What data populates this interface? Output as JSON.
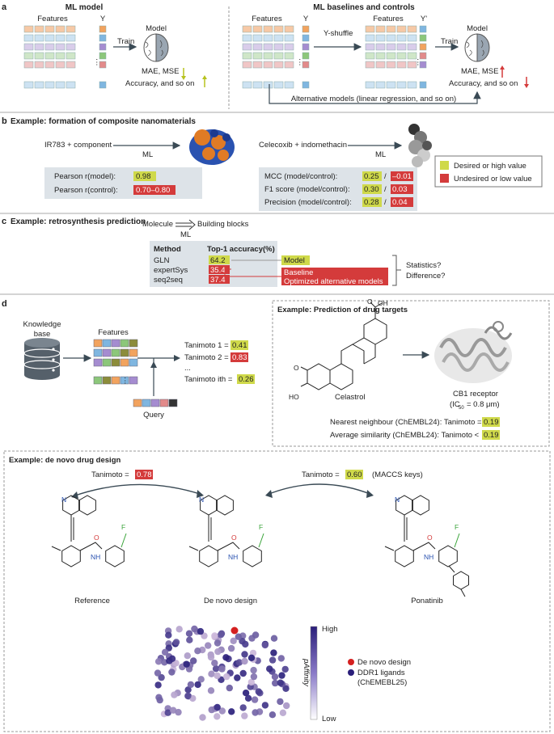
{
  "panel_a": {
    "letter": "a",
    "ml_model": {
      "title": "ML model",
      "features": "Features",
      "y": "Y",
      "train": "Train",
      "model": "Model",
      "mae": "MAE, MSE",
      "accuracy": "Accuracy, and so on"
    },
    "baselines": {
      "title": "ML baselines and controls",
      "features": "Features",
      "y": "Y",
      "y_prime": "Y'",
      "features2": "Features",
      "yshuffle": "Y-shuffle",
      "train": "Train",
      "model": "Model",
      "mae": "MAE, MSE",
      "accuracy": "Accuracy, and so on",
      "alternative": "Alternative models (linear regression, and so on)"
    }
  },
  "panel_b": {
    "letter": "b",
    "title": "Example: formation of composite nanomaterials",
    "left": {
      "reaction": "IR783 + component",
      "ml": "ML",
      "rows": [
        {
          "label": "Pearson r(model):",
          "value": "0.98",
          "color": "#cfd94a"
        },
        {
          "label": "Pearson r(control):",
          "value": "0.70–0.80",
          "color": "#d43b3b"
        }
      ]
    },
    "right": {
      "reaction": "Celecoxib + indomethacin",
      "ml": "ML",
      "rows": [
        {
          "label": "MCC (model/control):",
          "model": "0.25",
          "control": "–0.01"
        },
        {
          "label": "F1 score (model/control):",
          "model": "0.30",
          "control": "0.03"
        },
        {
          "label": "Precision (model/control):",
          "model": "0.28",
          "control": "0.04"
        }
      ]
    },
    "legend": [
      {
        "label": "Desired or high value",
        "color": "#cfd94a"
      },
      {
        "label": "Undesired or low value",
        "color": "#d43b3b"
      }
    ]
  },
  "panel_c": {
    "letter": "c",
    "title": "Example: retrosynthesis prediction",
    "molecule": "Molecule",
    "building": "Building blocks",
    "ml": "ML",
    "col_method": "Method",
    "col_acc": "Top-1 accuracy(%)",
    "rows": [
      {
        "method": "GLN",
        "value": "64.2"
      },
      {
        "method": "expertSys",
        "value": "35.4"
      },
      {
        "method": "seq2seq",
        "value": "37.4"
      }
    ],
    "tag_model": "Model",
    "tag_baseline": "Baseline",
    "tag_optimized": "Optimized alternative models",
    "stats_q1": "Statistics?",
    "stats_q2": "Difference?"
  },
  "panel_d": {
    "letter": "d",
    "kb1": "Knowledge",
    "kb2": "base",
    "features": "Features",
    "query": "Query",
    "tanimoto": [
      {
        "label": "Tanimoto 1 =",
        "value": "0.41",
        "color": "#cfd94a"
      },
      {
        "label": "Tanimoto 2 =",
        "value": "0.83",
        "color": "#d43b3b"
      },
      {
        "label": "Tanimoto ith =",
        "value": "0.26",
        "color": "#cfd94a"
      }
    ],
    "ellipsis": "...",
    "drug_targets": {
      "title": "Example: Prediction of drug targets",
      "celastrol": "Celastrol",
      "cb1": "CB1 receptor",
      "ic50": "(IC",
      "ic50_sub": "50",
      "ic50_val": "= 0.8 μm)",
      "nn_label": "Nearest neighbour (ChEMBL24): Tanimoto =",
      "nn_value": "0.19",
      "avg_label": "Average similarity (ChEMBL24): Tanimoto <",
      "avg_value": "0.19"
    },
    "denovo": {
      "title": "Example: de novo drug design",
      "tan1_label": "Tanimoto =",
      "tan1_value": "0.78",
      "tan2_label": "Tanimoto =",
      "tan2_value": "0.60",
      "maccs": "(MACCS keys)",
      "reference": "Reference",
      "denovo": "De novo design",
      "ponatinib": "Ponatinib",
      "colorbar_high": "High",
      "colorbar_low": "Low",
      "colorbar_label": "pAffinity",
      "legend_denovo": "De novo design",
      "legend_ddr1_1": "DDR1 ligands",
      "legend_ddr1_2": "(ChEMEBL25)"
    }
  }
}
